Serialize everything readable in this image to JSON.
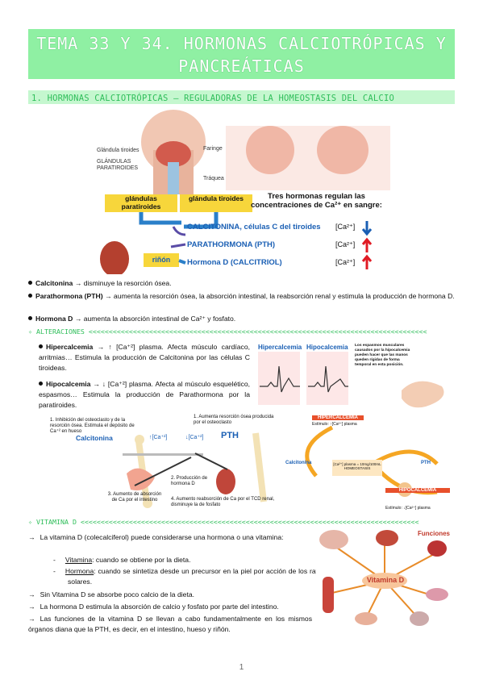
{
  "title": "TEMA 33 Y 34. HORMONAS CALCIOTRÓPICAS Y PANCREÁTICAS",
  "section1_heading": "1. HORMONAS CALCIOTRÓPICAS – REGULADORAS DE LA HOMEOSTASIS DEL CALCIO",
  "fig1": {
    "labels": [
      "Glándula tiroides",
      "GLÁNDULAS PARATIROIDES",
      "Faringe",
      "Tráquea"
    ],
    "box_paratiroides": "glándulas paratiroides",
    "box_tiroides": "glándula tiroides",
    "box_rinon": "riñón",
    "heading": "Tres hormonas regulan las concentraciones de Ca²⁺ en sangre:",
    "h1": "CALCITONINA, células C del tiroides",
    "h2": "PARATHORMONA (PTH)",
    "h3": "Hormona D (CALCITRIOL)",
    "ca": "[Ca²⁺]"
  },
  "bullets": [
    {
      "term": "Calcitonina",
      "text": " → disminuye la resorción ósea."
    },
    {
      "term": "Parathormona (PTH)",
      "text": " → aumenta la resorción ósea, la absorción intestinal, la reabsorción renal y estimula la producción de hormona D."
    },
    {
      "term": "Hormona D",
      "text": " → aumenta la absorción intestinal de Ca²⁺ y fosfato."
    }
  ],
  "alteraciones_heading": "✧ ALTERACIONES <<<<<<<<<<<<<<<<<<<<<<<<<<<<<<<<<<<<<<<<<<<<<<<<<<<<<<<<<<<<<<<<<<<<<<<<<<<<<<<<<<<<",
  "alteraciones": [
    {
      "term": "Hipercalcemia",
      "text": " → ↑ [Ca⁺²] plasma. Afecta músculo cardíaco, arritmias… Estimula la producción de Calcitonina por las células C tiroideas."
    },
    {
      "term": "Hipocalcemia",
      "text": " → ↓ [Ca⁺²] plasma. Afecta al músculo esquelético, espasmos… Estimula la producción de Parathormona por la paratiroides."
    }
  ],
  "ecg": {
    "left": "Hipercalcemia",
    "right": "Hipocalcemia",
    "note": "Los espasmos musculares causados por la hipocalcemia pueden hacer que las manos queden rígidas de forma temporal en esta posición."
  },
  "fig3": {
    "n1": "1. Inhibición del osteoclasto y de la resorción ósea. Estimula el depósito de Ca⁺² en hueso",
    "n2": "1. Aumenta resorción ósea producida por el osteoclasto",
    "n3": "3. Aumento de absorción de Ca por el intestino",
    "n4": "2. Producción de hormona D",
    "n5": "4. Aumento reabsorción de Ca por el TCD renal, disminuye la de fosfato",
    "calcitonina": "Calcitonina",
    "pth": "PTH",
    "up": "↑[Ca⁺²]",
    "down": "↓[Ca⁺²]"
  },
  "fig4": {
    "hiper": "HIPERCALCEMIA",
    "estimulo_up": "Estímulo: ↑[Ca²⁺] plasma",
    "hipo": "HIPOCALCEMIA",
    "estimulo_down": "Estímulo: ↓[Ca²⁺] plasma",
    "homeo": "[Ca²⁺] plasma = 10mg/100mL HOMEOSTASIS",
    "calcitonin": "Calcitonina",
    "pth": "PTH"
  },
  "vitd_heading": "✧ VITAMINA D <<<<<<<<<<<<<<<<<<<<<<<<<<<<<<<<<<<<<<<<<<<<<<<<<<<<<<<<<<<<<<<<<<<<<<<<<<<<<<<<<<<<",
  "vitd": {
    "p1": "La vitamina D (colecalciferol) puede considerarse una hormona o una vitamina:",
    "vit_term": "Vitamina",
    "vit_text": ": cuando se obtiene por la dieta.",
    "hor_term": "Hormona",
    "hor_text": ": cuando se sintetiza desde un precursor en la piel por acción de los rayos solares.",
    "p2": "Sin Vitamina D se absorbe poco calcio de la dieta.",
    "p3": "La hormona D estimula la absorción de calcio y fosfato por parte del intestino.",
    "p4": "Las funciones de la vitamina D se llevan a cabo fundamentalmente en los mismos órganos diana que la PTH, es decir, en el intestino, hueso y riñón."
  },
  "fig5": {
    "center": "Vitamina D",
    "funciones": "Funciones"
  },
  "page_number": "1",
  "colors": {
    "green": "#8ff0a3",
    "green_text": "#2fbe5a",
    "yellow": "#f7d63b",
    "blue": "#1a5fb4",
    "red": "#e01b24"
  }
}
